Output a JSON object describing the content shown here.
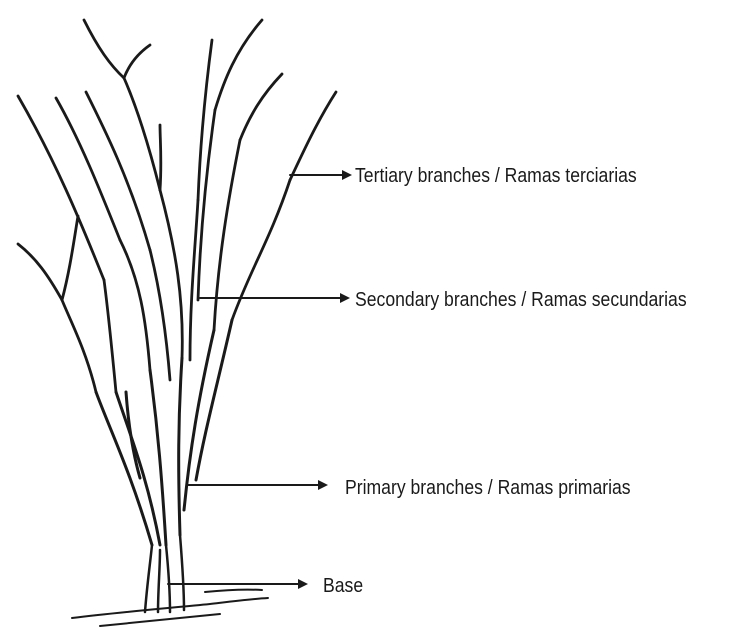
{
  "labels": {
    "tertiary": "Tertiary branches / Ramas terciarias",
    "secondary": "Secondary branches / Ramas secundarias",
    "primary": "Primary branches / Ramas primarias",
    "base": "Base"
  },
  "colors": {
    "ink": "#1a1a1a",
    "background": "#ffffff"
  }
}
